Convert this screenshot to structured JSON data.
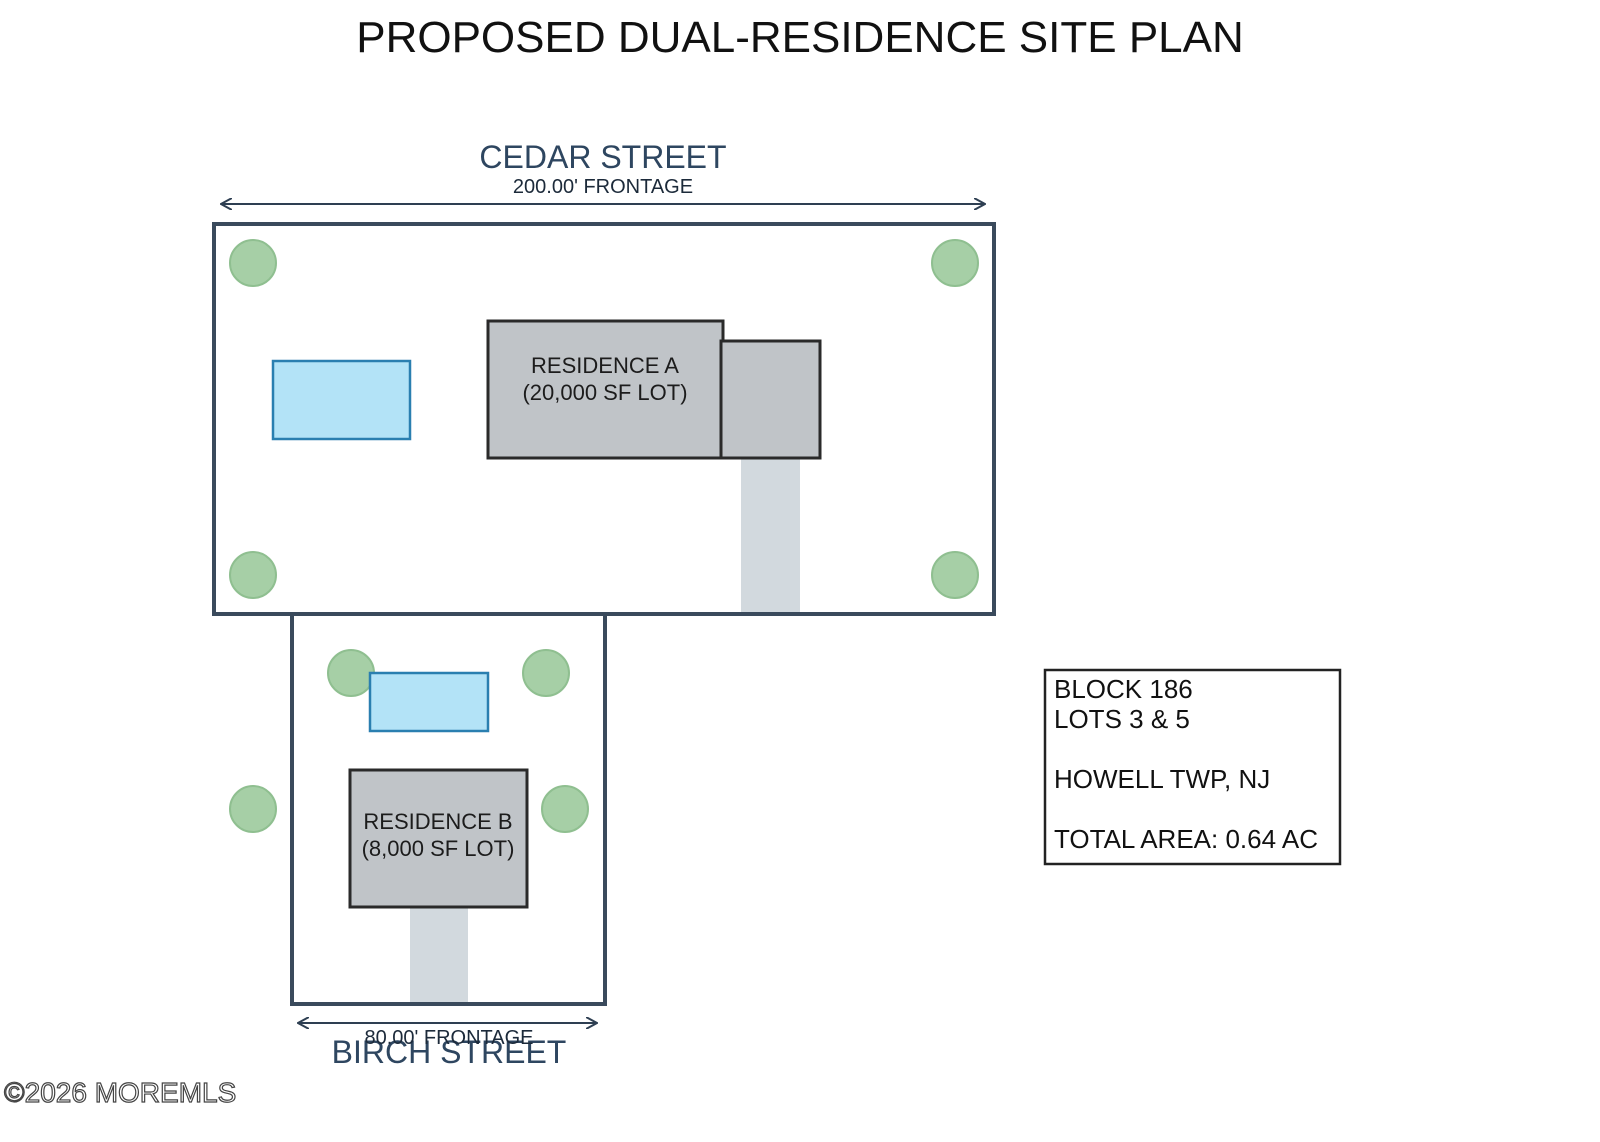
{
  "title": "PROPOSED DUAL-RESIDENCE SITE PLAN",
  "cedar_street": {
    "name": "CEDAR STREET",
    "frontage": "200.00' FRONTAGE"
  },
  "birch_street": {
    "name": "BIRCH STREET",
    "frontage": "80.00' FRONTAGE"
  },
  "residence_a": {
    "line1": "RESIDENCE A",
    "line2": "(20,000 SF LOT)"
  },
  "residence_b": {
    "line1": "RESIDENCE B",
    "line2": "(8,000 SF LOT)"
  },
  "info_box": {
    "block": "BLOCK 186",
    "lots": "LOTS 3 & 5",
    "township": "HOWELL TWP, NJ",
    "total_area": "TOTAL AREA: 0.64 AC"
  },
  "watermark": "©2026 MOREMLS",
  "colors": {
    "lot_line": "#3a4a5c",
    "building": "#c0c4c8",
    "driveway": "#d2d9de",
    "pool_fill": "#b3e3f7",
    "pool_stroke": "#2a7fb0",
    "tree_fill": "#a6cfa6",
    "tree_stroke": "#8fbf90"
  },
  "icons": {
    "tree": "tree-icon",
    "pool": "pool-icon"
  }
}
